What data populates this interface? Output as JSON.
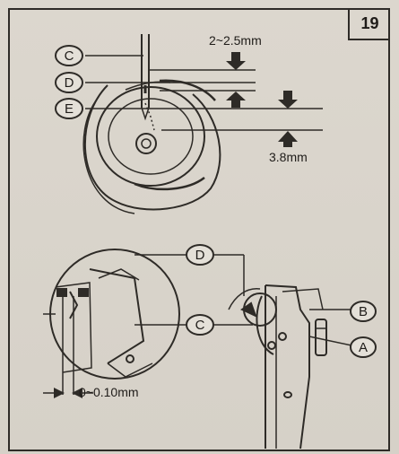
{
  "page_number": "19",
  "figure_top": {
    "callouts": [
      "C",
      "D",
      "E"
    ],
    "dim_gap": "2~2.5mm",
    "dim_height": "3.8mm"
  },
  "figure_bottom": {
    "callouts": [
      "D",
      "C",
      "B",
      "A"
    ],
    "dim_clearance": "0~0.10mm"
  },
  "colors": {
    "ink": "#2e2b27",
    "paper": "#d9d4cb"
  }
}
